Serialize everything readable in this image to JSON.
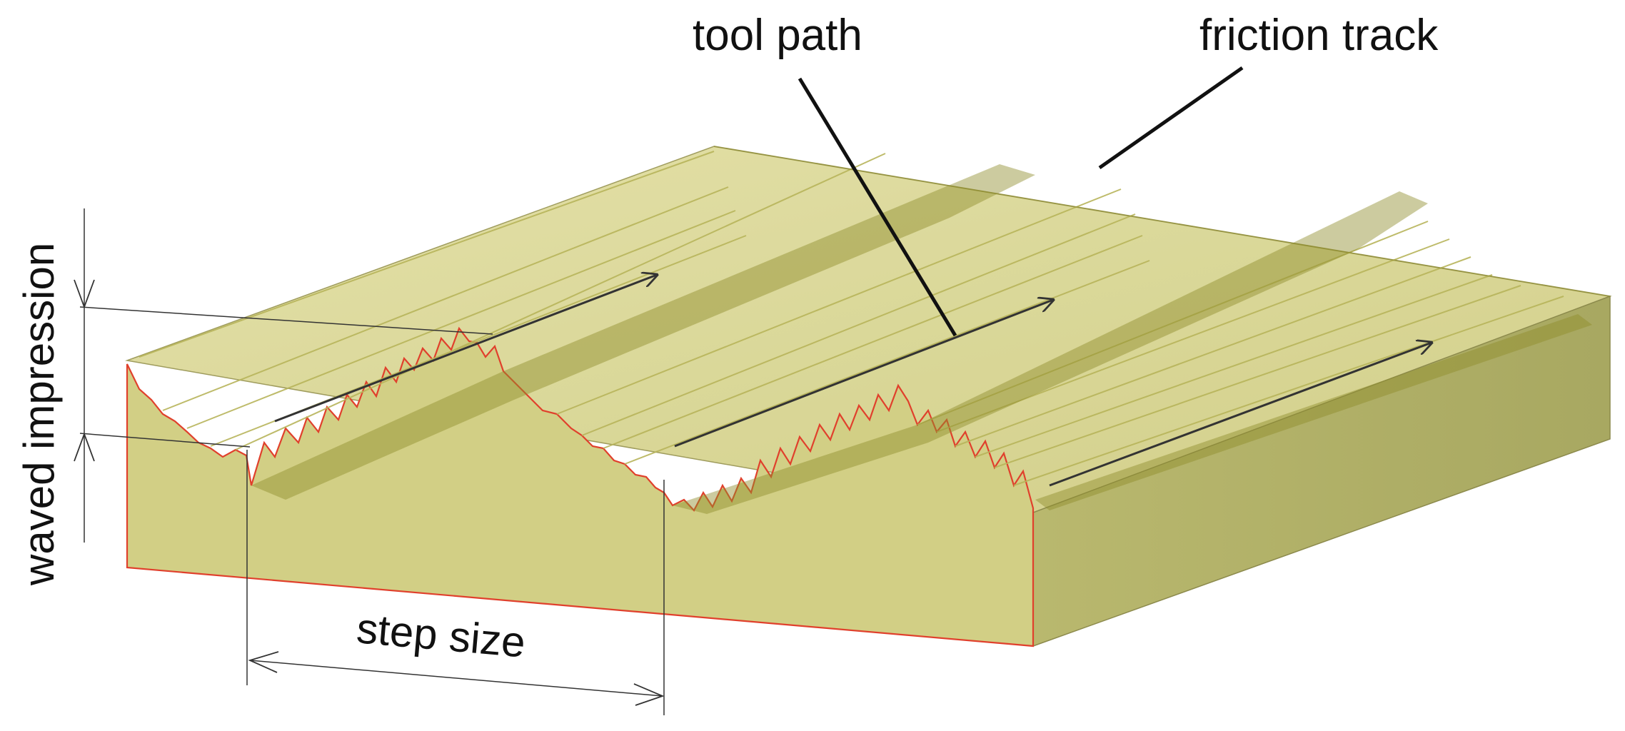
{
  "labels": {
    "tool_path": "tool path",
    "friction_track": "friction track",
    "waved_impression": "waved impression",
    "step_size": "step size"
  },
  "colors": {
    "material_fill": "#d7d48f",
    "material_side": "#c9c67c",
    "track_fill": "#8f8c2a",
    "edge_profile": "#e0402c",
    "line": "#222222"
  }
}
